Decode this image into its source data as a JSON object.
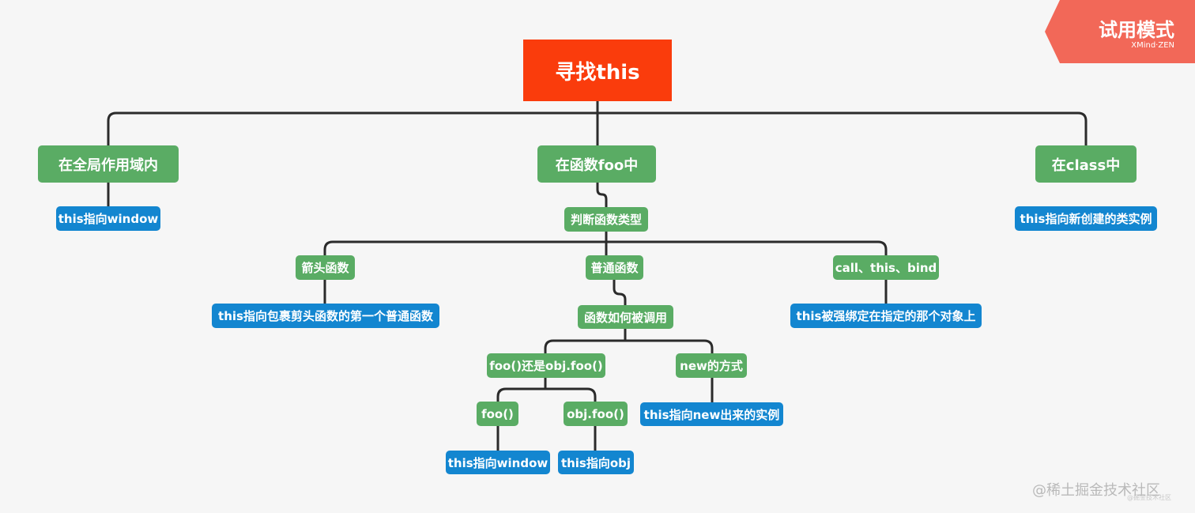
{
  "badge": {
    "title": "试用模式",
    "subtitle": "XMind·ZEN"
  },
  "watermark": {
    "text": "@稀土掘金技术社区",
    "small": "@掘金技术社区"
  },
  "nodes": {
    "root": "寻找this",
    "global": "在全局作用域内",
    "global_leaf": "this指向window",
    "function": "在函数foo中",
    "judge": "判断函数类型",
    "arrow": "箭头函数",
    "arrow_leaf": "this指向包裹剪头函数的第一个普通函数",
    "normal": "普通函数",
    "how_called": "函数如何被调用",
    "foo_or_obj": "foo()还是obj.foo()",
    "foo": "foo()",
    "foo_leaf": "this指向window",
    "objfoo": "obj.foo()",
    "objfoo_leaf": "this指向obj",
    "new_way": "new的方式",
    "new_leaf": "this指向new出来的实例",
    "call_bind": "call、this、bind",
    "call_leaf": "this被强绑定在指定的那个对象上",
    "class": "在class中",
    "class_leaf": "this指向新创建的类实例"
  },
  "colors": {
    "root": "#fa3c0c",
    "branch": "#5aac64",
    "leaf": "#1386d0",
    "line": "#2b2b2b",
    "badge": "#f26858",
    "background": "#f6f6f6"
  }
}
